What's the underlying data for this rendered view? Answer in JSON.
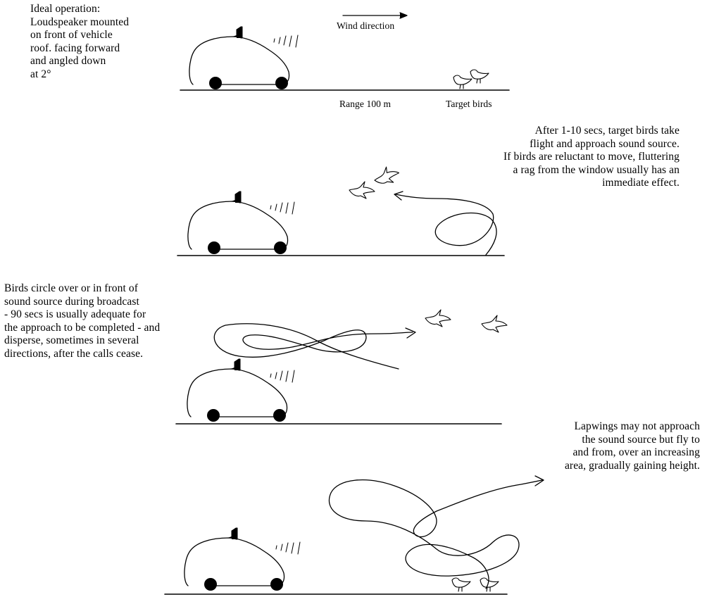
{
  "panels": [
    {
      "caption": [
        "Ideal operation:",
        "Loudspeaker mounted",
        "on front of vehicle",
        "roof. facing forward",
        "and angled down",
        "at 2°"
      ],
      "labels": {
        "wind": "Wind direction",
        "range": "Range 100 m",
        "target": "Target birds"
      }
    },
    {
      "caption": [
        "After 1-10 secs, target birds take",
        "flight and approach sound source.",
        "If birds are reluctant to move, fluttering",
        "a rag from the window usually has an",
        "immediate effect."
      ]
    },
    {
      "caption": [
        "Birds circle over or in front of",
        "sound source during broadcast",
        "- 90 secs is usually adequate for",
        "the approach to be completed - and",
        "disperse, sometimes in several",
        "directions, after the calls cease."
      ]
    },
    {
      "caption": [
        "Lapwings may not approach",
        "the sound source but fly to",
        "and from, over an increasing",
        "area, gradually gaining height."
      ]
    }
  ],
  "icons": [
    "car-icon",
    "loudspeaker-icon",
    "sound-waves-icon",
    "bird-icon",
    "flight-path-loop",
    "arrow-icon"
  ]
}
